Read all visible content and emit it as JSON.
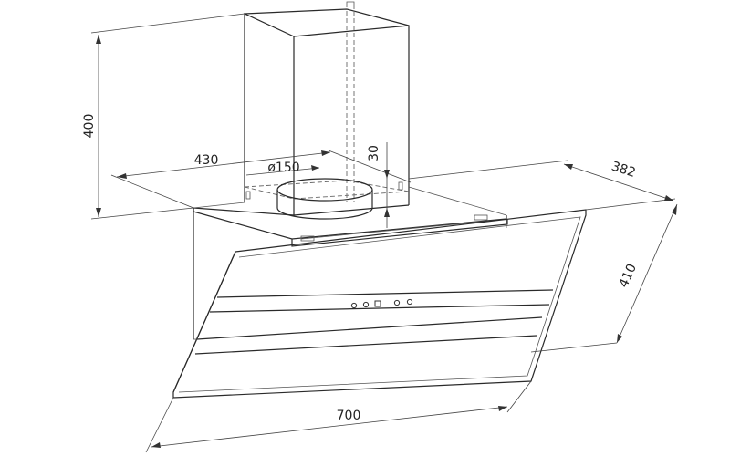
{
  "drawing": {
    "dimensions": {
      "chimney_height": "400",
      "depth_top": "430",
      "duct_diameter": "ø150",
      "duct_offset": "30",
      "side_depth": "382",
      "panel_height": "410",
      "width": "700"
    },
    "controls": {
      "button_count": 5
    }
  }
}
